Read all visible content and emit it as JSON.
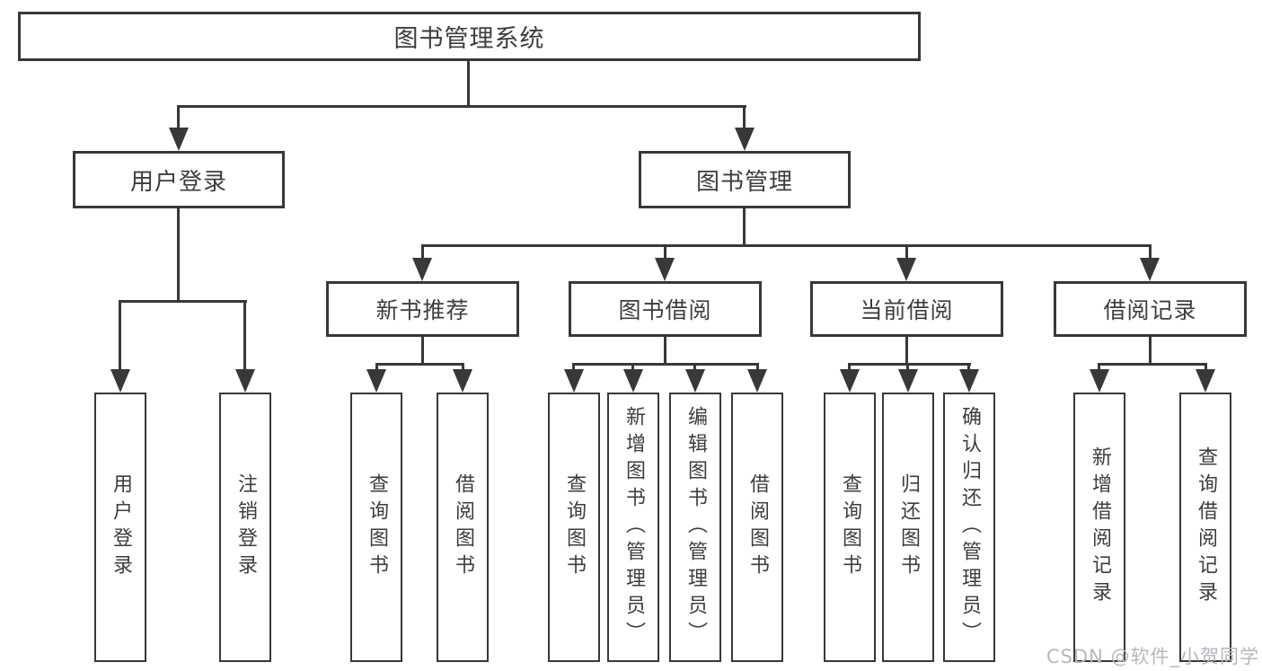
{
  "colors": {
    "background": "#ffffff",
    "line": "#383838",
    "box_border": "#383838",
    "text": "#3d3d3d",
    "watermark": "#b3b8c0"
  },
  "watermark": {
    "text": "CSDN @软件_小贺同学"
  },
  "tree": {
    "root": {
      "label": "图书管理系统",
      "children": [
        {
          "label": "用户登录",
          "children": [
            {
              "label": "用户登录"
            },
            {
              "label": "注销登录"
            }
          ]
        },
        {
          "label": "图书管理",
          "children": [
            {
              "label": "新书推荐",
              "children": [
                {
                  "label": "查询图书"
                },
                {
                  "label": "借阅图书"
                }
              ]
            },
            {
              "label": "图书借阅",
              "children": [
                {
                  "label": "查询图书"
                },
                {
                  "label": "新增图书（管理员）"
                },
                {
                  "label": "编辑图书（管理员）"
                },
                {
                  "label": "借阅图书"
                }
              ]
            },
            {
              "label": "当前借阅",
              "children": [
                {
                  "label": "查询图书"
                },
                {
                  "label": "归还图书"
                },
                {
                  "label": "确认归还（管理员）"
                }
              ]
            },
            {
              "label": "借阅记录",
              "children": [
                {
                  "label": "新增借阅记录"
                },
                {
                  "label": "查询借阅记录"
                }
              ]
            }
          ]
        }
      ]
    }
  }
}
